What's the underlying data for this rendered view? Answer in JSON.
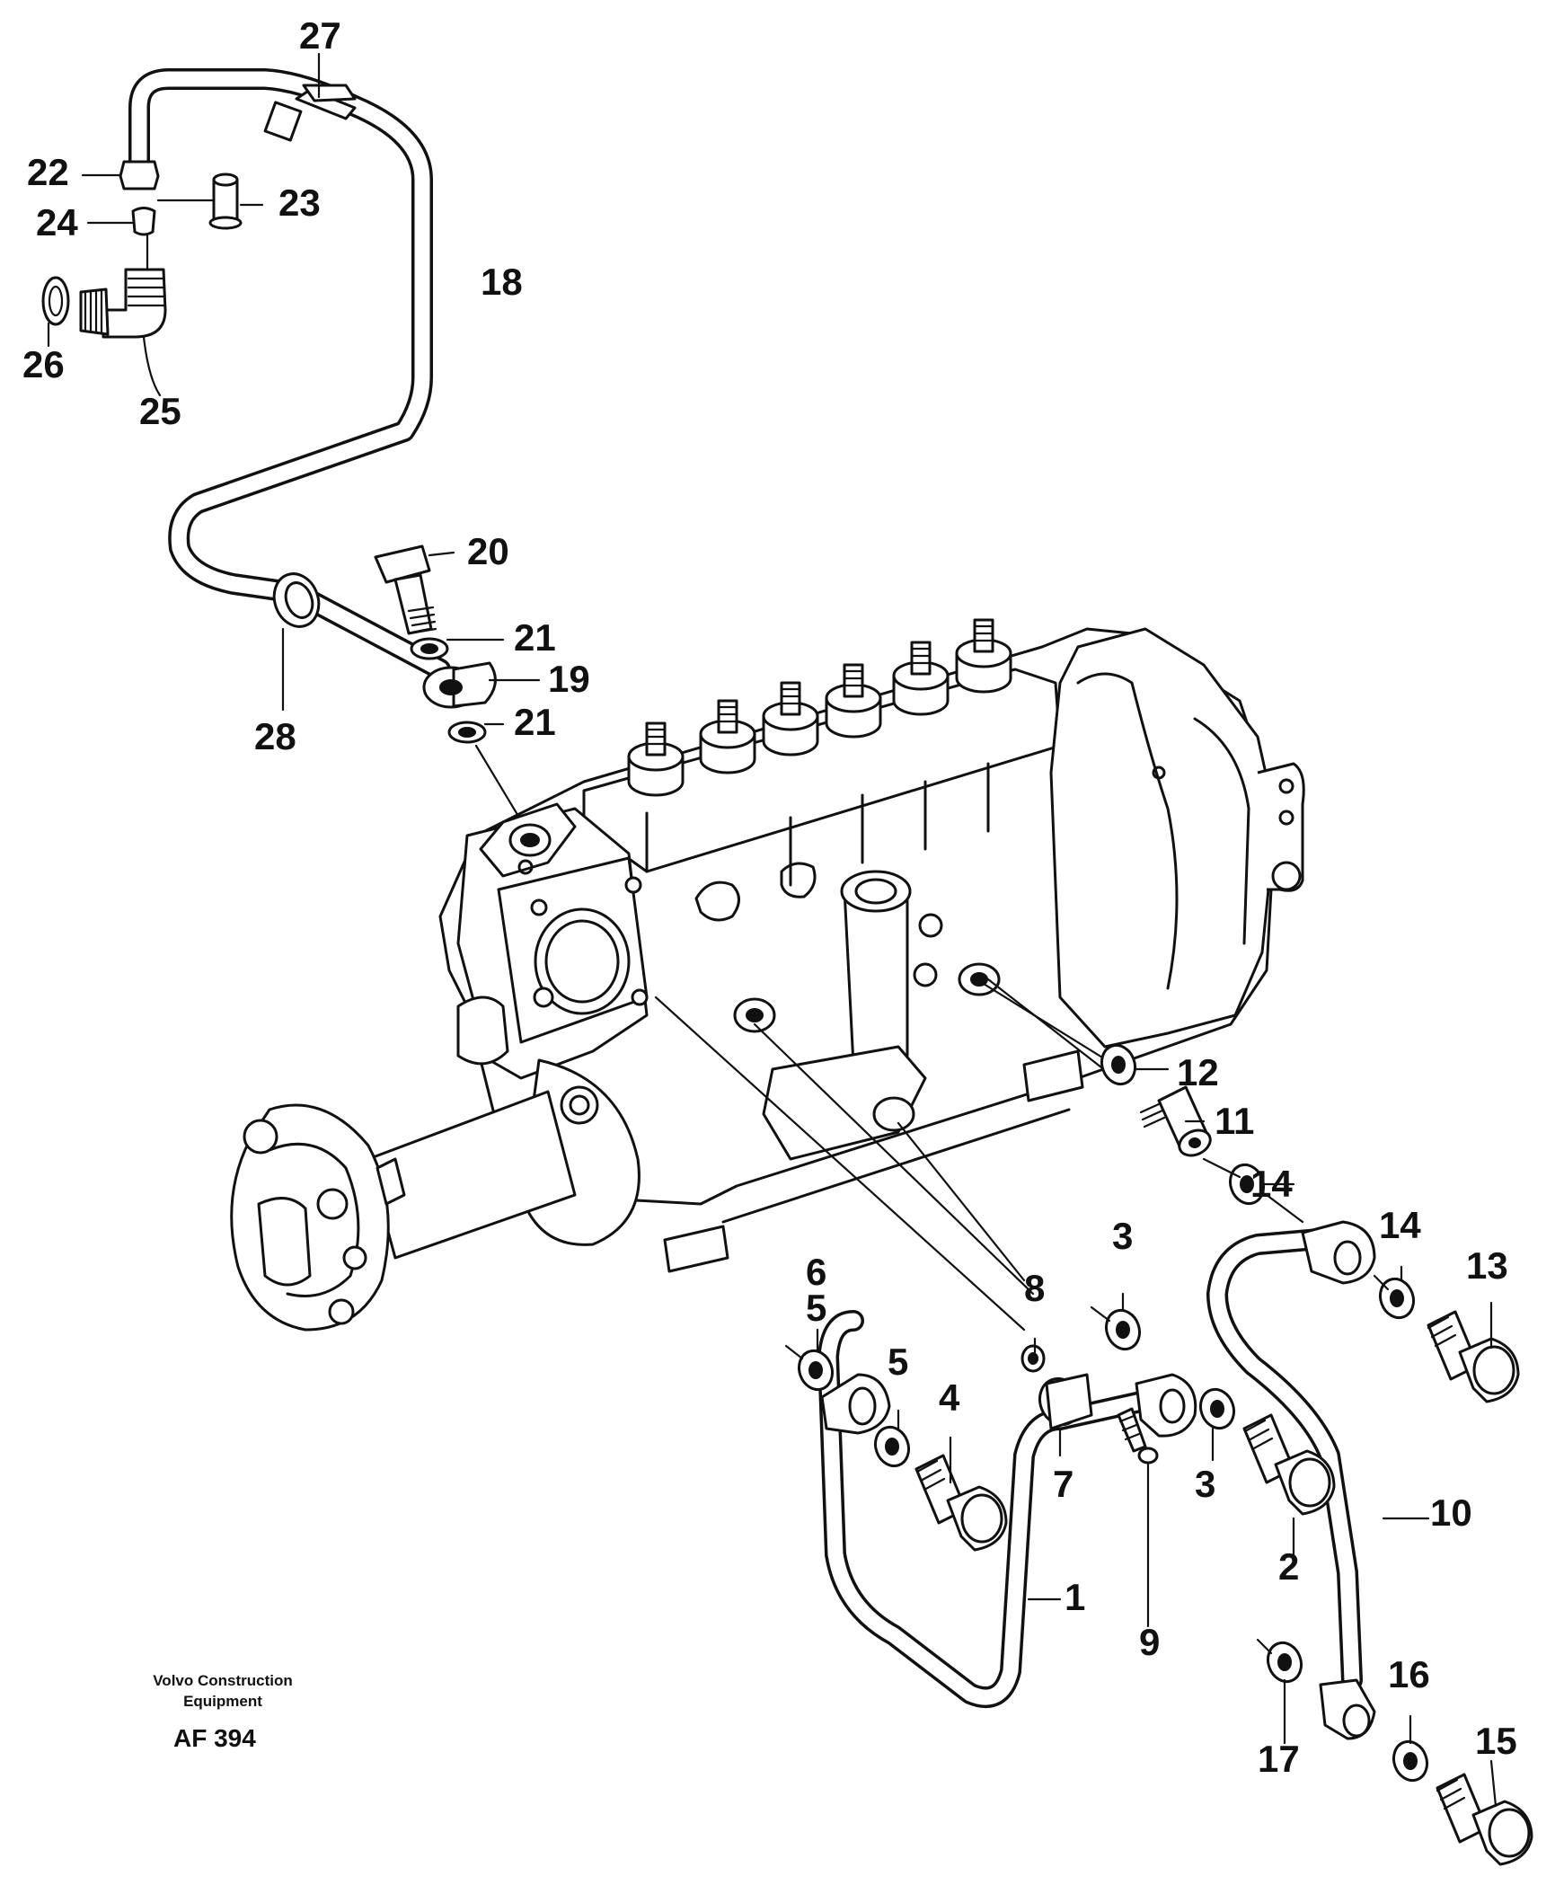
{
  "diagram": {
    "callouts": [
      {
        "id": "1",
        "label": "1"
      },
      {
        "id": "2",
        "label": "2"
      },
      {
        "id": "3a",
        "label": "3"
      },
      {
        "id": "3b",
        "label": "3"
      },
      {
        "id": "4",
        "label": "4"
      },
      {
        "id": "5a",
        "label": "5"
      },
      {
        "id": "5b",
        "label": "5"
      },
      {
        "id": "6",
        "label": "6"
      },
      {
        "id": "7",
        "label": "7"
      },
      {
        "id": "8",
        "label": "8"
      },
      {
        "id": "9",
        "label": "9"
      },
      {
        "id": "10",
        "label": "10"
      },
      {
        "id": "11",
        "label": "11"
      },
      {
        "id": "12",
        "label": "12"
      },
      {
        "id": "13",
        "label": "13"
      },
      {
        "id": "14a",
        "label": "14"
      },
      {
        "id": "14b",
        "label": "14"
      },
      {
        "id": "15",
        "label": "15"
      },
      {
        "id": "16",
        "label": "16"
      },
      {
        "id": "17",
        "label": "17"
      },
      {
        "id": "18",
        "label": "18"
      },
      {
        "id": "19",
        "label": "19"
      },
      {
        "id": "20",
        "label": "20"
      },
      {
        "id": "21a",
        "label": "21"
      },
      {
        "id": "21b",
        "label": "21"
      },
      {
        "id": "22",
        "label": "22"
      },
      {
        "id": "23",
        "label": "23"
      },
      {
        "id": "24",
        "label": "24"
      },
      {
        "id": "25",
        "label": "25"
      },
      {
        "id": "26",
        "label": "26"
      },
      {
        "id": "27",
        "label": "27"
      },
      {
        "id": "28",
        "label": "28"
      }
    ]
  },
  "footer": {
    "company_line1": "Volvo Construction",
    "company_line2": "Equipment",
    "figure_code": "AF 394"
  }
}
